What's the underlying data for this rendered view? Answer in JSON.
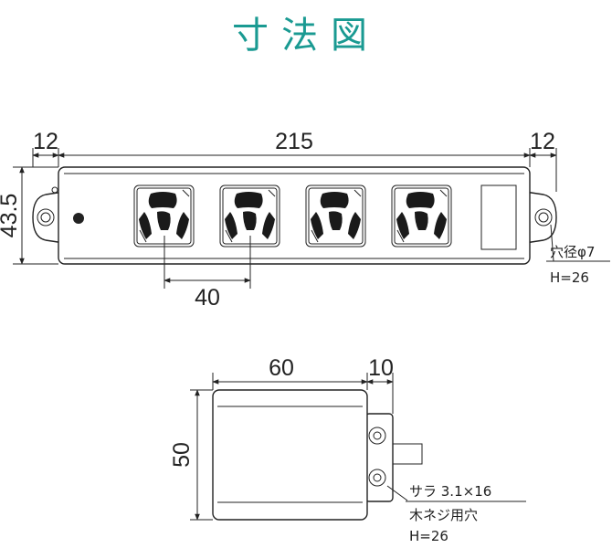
{
  "title": "寸法図",
  "colors": {
    "title": "#1a9a92",
    "line": "#222222",
    "slot": "#1a1a1a"
  },
  "top_view": {
    "dim_left": "12",
    "dim_length": "215",
    "dim_right": "12",
    "dim_height": "43.5",
    "dim_pitch": "40",
    "hole_label": "穴径φ7",
    "hole_h": "H=26",
    "outlet_count": 4
  },
  "side_view": {
    "dim_width": "60",
    "dim_tab": "10",
    "dim_height": "50",
    "screw_label": "サラ 3.1×16",
    "screw_label2": "木ネジ用穴",
    "screw_h": "H=26"
  }
}
